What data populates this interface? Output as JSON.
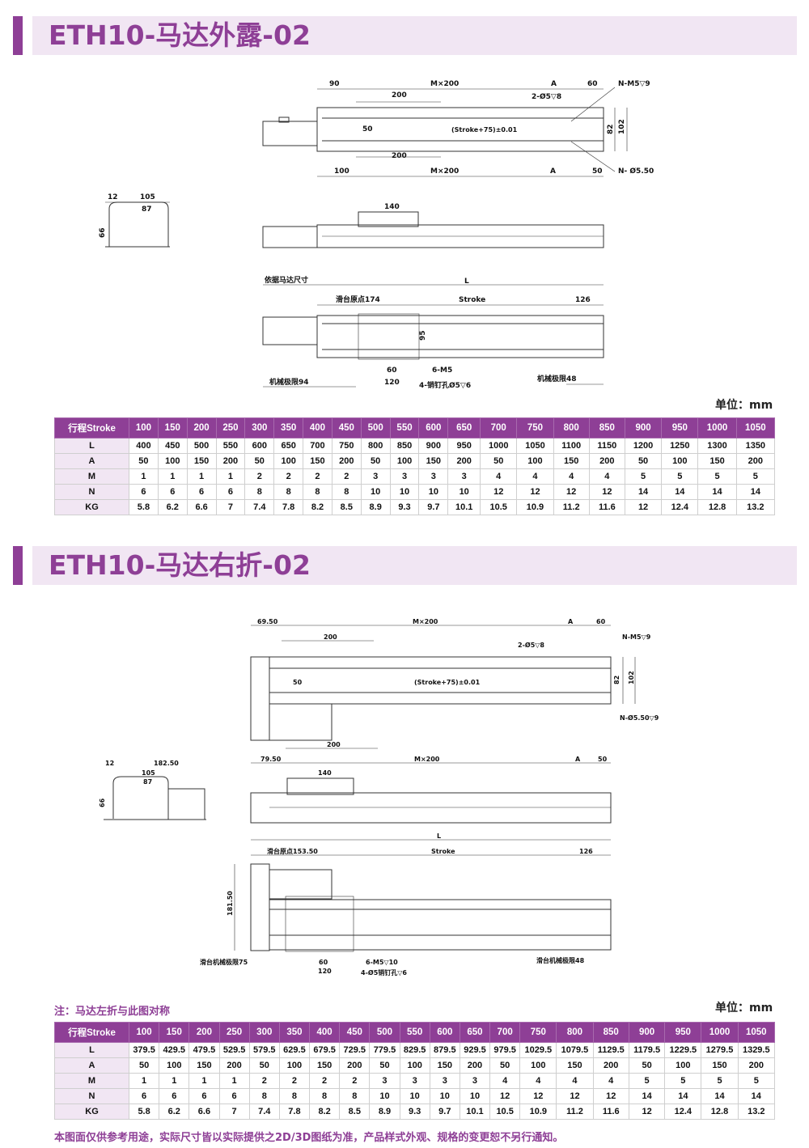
{
  "section1": {
    "title": "ETH10-马达外露-02",
    "top_view": [
      "90",
      "M×200",
      "A",
      "60",
      "N-M5▽9",
      "200",
      "2-Ø5▽8",
      "50",
      "(Stroke+75)±0.01",
      "82",
      "102",
      "200",
      "100",
      "M×200",
      "A",
      "50",
      "N- Ø5.50"
    ],
    "end_view": [
      "12",
      "105",
      "87",
      "66"
    ],
    "side_view": [
      "140"
    ],
    "bottom_view": [
      "依据马达尺寸",
      "L",
      "滑台原点174",
      "Stroke",
      "126",
      "95",
      "6-M5",
      "60",
      "120",
      "4-销钉孔Ø5▽6",
      "机械极限94",
      "机械极限48"
    ],
    "unit": "单位：mm",
    "table": {
      "header": [
        "行程Stroke",
        "100",
        "150",
        "200",
        "250",
        "300",
        "350",
        "400",
        "450",
        "500",
        "550",
        "600",
        "650",
        "700",
        "750",
        "800",
        "850",
        "900",
        "950",
        "1000",
        "1050"
      ],
      "rows": [
        [
          "L",
          "400",
          "450",
          "500",
          "550",
          "600",
          "650",
          "700",
          "750",
          "800",
          "850",
          "900",
          "950",
          "1000",
          "1050",
          "1100",
          "1150",
          "1200",
          "1250",
          "1300",
          "1350"
        ],
        [
          "A",
          "50",
          "100",
          "150",
          "200",
          "50",
          "100",
          "150",
          "200",
          "50",
          "100",
          "150",
          "200",
          "50",
          "100",
          "150",
          "200",
          "50",
          "100",
          "150",
          "200"
        ],
        [
          "M",
          "1",
          "1",
          "1",
          "1",
          "2",
          "2",
          "2",
          "2",
          "3",
          "3",
          "3",
          "3",
          "4",
          "4",
          "4",
          "4",
          "5",
          "5",
          "5",
          "5"
        ],
        [
          "N",
          "6",
          "6",
          "6",
          "6",
          "8",
          "8",
          "8",
          "8",
          "10",
          "10",
          "10",
          "10",
          "12",
          "12",
          "12",
          "12",
          "14",
          "14",
          "14",
          "14"
        ],
        [
          "KG",
          "5.8",
          "6.2",
          "6.6",
          "7",
          "7.4",
          "7.8",
          "8.2",
          "8.5",
          "8.9",
          "9.3",
          "9.7",
          "10.1",
          "10.5",
          "10.9",
          "11.2",
          "11.6",
          "12",
          "12.4",
          "12.8",
          "13.2"
        ]
      ]
    }
  },
  "section2": {
    "title": "ETH10-马达右折-02",
    "top_view": [
      "69.50",
      "M×200",
      "A",
      "60",
      "200",
      "2-Ø5▽8",
      "N-M5▽9",
      "50",
      "(Stroke+75)±0.01",
      "82",
      "102",
      "N-Ø5.50▽9",
      "200",
      "79.50",
      "M×200",
      "A",
      "50"
    ],
    "end_view": [
      "12",
      "182.50",
      "105",
      "87",
      "66"
    ],
    "side_view": [
      "140"
    ],
    "bottom_view": [
      "L",
      "滑台原点153.50",
      "Stroke",
      "126",
      "181.50",
      "滑台机械极限75",
      "60",
      "120",
      "6-M5▽10",
      "4-Ø5销钉孔▽6",
      "滑台机械极限48"
    ],
    "note": "注：马达左折与此图对称",
    "unit": "单位：mm",
    "table": {
      "header": [
        "行程Stroke",
        "100",
        "150",
        "200",
        "250",
        "300",
        "350",
        "400",
        "450",
        "500",
        "550",
        "600",
        "650",
        "700",
        "750",
        "800",
        "850",
        "900",
        "950",
        "1000",
        "1050"
      ],
      "rows": [
        [
          "L",
          "379.5",
          "429.5",
          "479.5",
          "529.5",
          "579.5",
          "629.5",
          "679.5",
          "729.5",
          "779.5",
          "829.5",
          "879.5",
          "929.5",
          "979.5",
          "1029.5",
          "1079.5",
          "1129.5",
          "1179.5",
          "1229.5",
          "1279.5",
          "1329.5"
        ],
        [
          "A",
          "50",
          "100",
          "150",
          "200",
          "50",
          "100",
          "150",
          "200",
          "50",
          "100",
          "150",
          "200",
          "50",
          "100",
          "150",
          "200",
          "50",
          "100",
          "150",
          "200"
        ],
        [
          "M",
          "1",
          "1",
          "1",
          "1",
          "2",
          "2",
          "2",
          "2",
          "3",
          "3",
          "3",
          "3",
          "4",
          "4",
          "4",
          "4",
          "5",
          "5",
          "5",
          "5"
        ],
        [
          "N",
          "6",
          "6",
          "6",
          "6",
          "8",
          "8",
          "8",
          "8",
          "10",
          "10",
          "10",
          "10",
          "12",
          "12",
          "12",
          "12",
          "14",
          "14",
          "14",
          "14"
        ],
        [
          "KG",
          "5.8",
          "6.2",
          "6.6",
          "7",
          "7.4",
          "7.8",
          "8.2",
          "8.5",
          "8.9",
          "9.3",
          "9.7",
          "10.1",
          "10.5",
          "10.9",
          "11.2",
          "11.6",
          "12",
          "12.4",
          "12.8",
          "13.2"
        ]
      ]
    }
  },
  "footer": "本图面仅供参考用途，实际尺寸皆以实际提供之2D/3D图纸为准，产品样式外观、规格的变更恕不另行通知。",
  "colors": {
    "accent": "#8e3f96",
    "accent_light": "#f1e6f3"
  }
}
